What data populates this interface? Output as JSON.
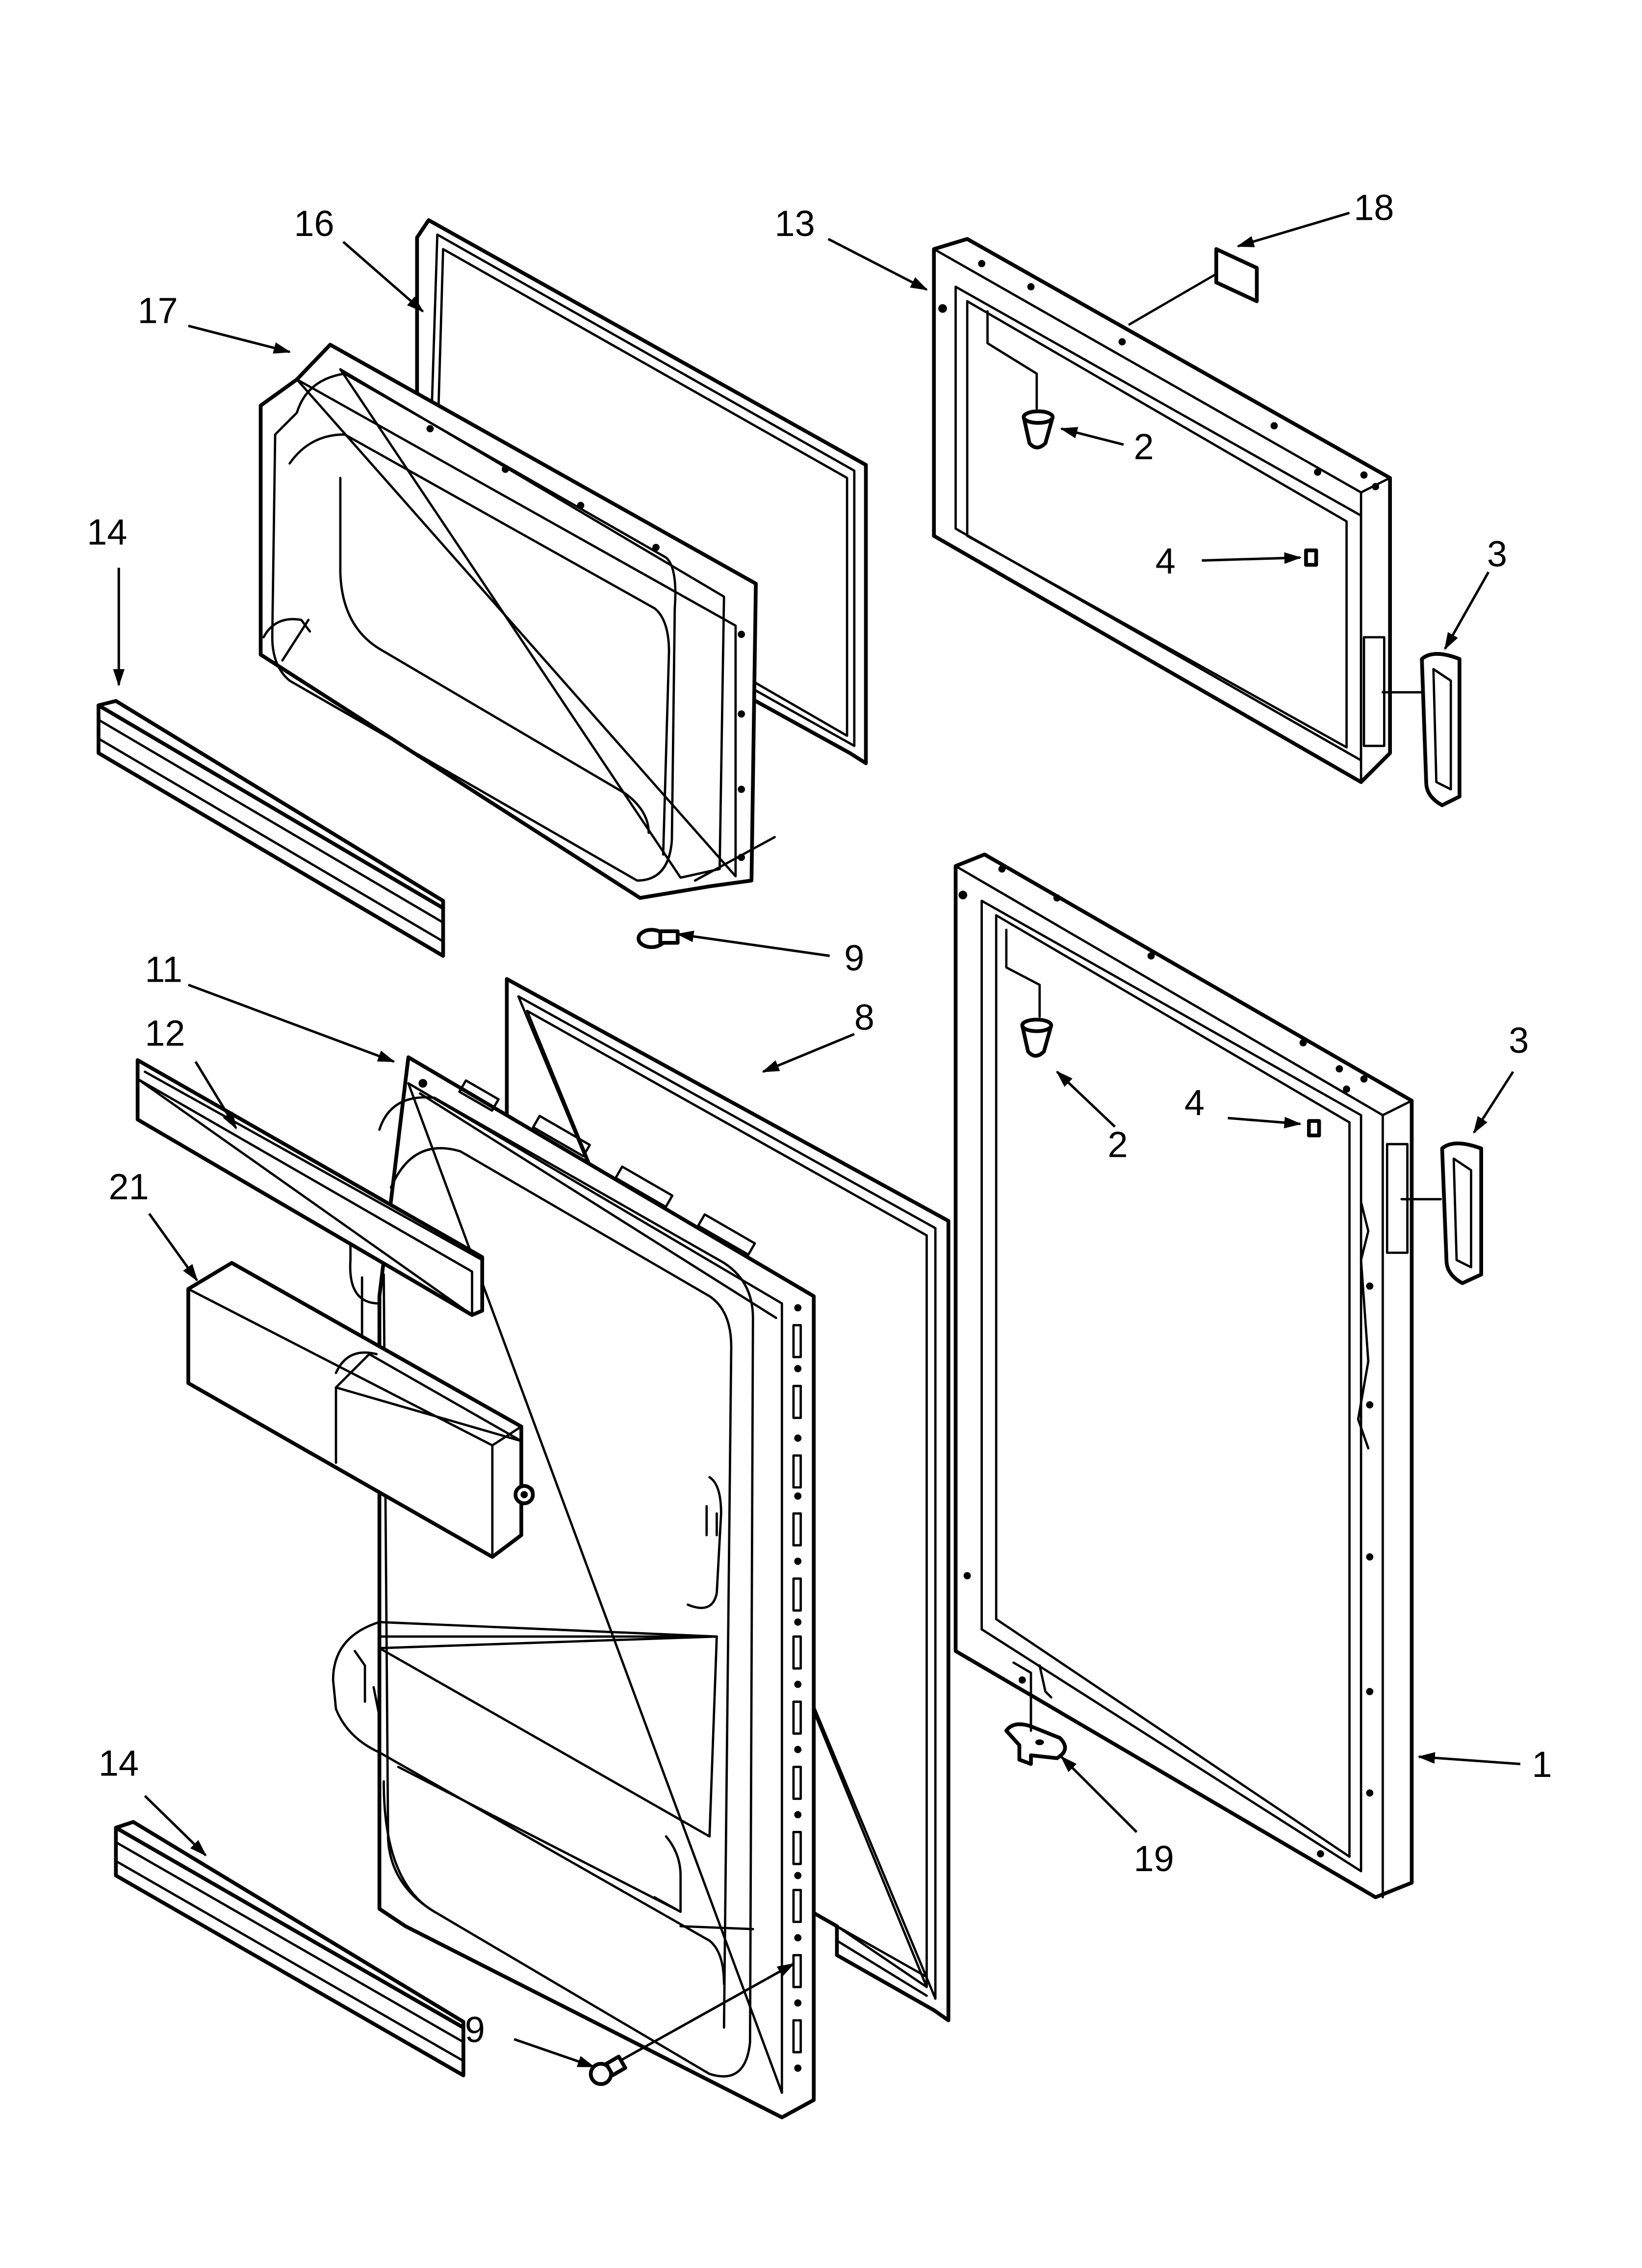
{
  "callouts": [
    {
      "id": "c16",
      "label": "16"
    },
    {
      "id": "c17",
      "label": "17"
    },
    {
      "id": "c13",
      "label": "13"
    },
    {
      "id": "c18",
      "label": "18"
    },
    {
      "id": "c2a",
      "label": "2"
    },
    {
      "id": "c4a",
      "label": "4"
    },
    {
      "id": "c3a",
      "label": "3"
    },
    {
      "id": "c14a",
      "label": "14"
    },
    {
      "id": "c9a",
      "label": "9"
    },
    {
      "id": "c11",
      "label": "11"
    },
    {
      "id": "c8",
      "label": "8"
    },
    {
      "id": "c12",
      "label": "12"
    },
    {
      "id": "c3b",
      "label": "3"
    },
    {
      "id": "c4b",
      "label": "4"
    },
    {
      "id": "c2b",
      "label": "2"
    },
    {
      "id": "c21",
      "label": "21"
    },
    {
      "id": "c1",
      "label": "1"
    },
    {
      "id": "c19",
      "label": "19"
    },
    {
      "id": "c14b",
      "label": "14"
    },
    {
      "id": "c9b",
      "label": "9"
    }
  ]
}
